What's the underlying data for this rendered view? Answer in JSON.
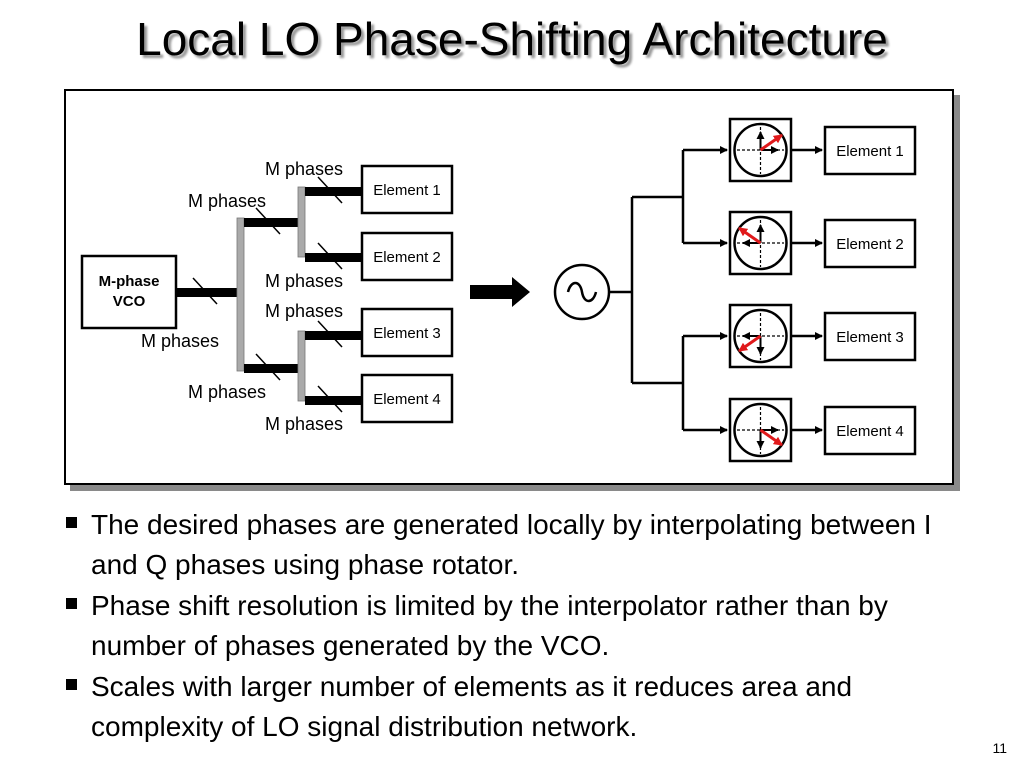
{
  "slide": {
    "title": "Local LO Phase-Shifting Architecture",
    "page_number": "11"
  },
  "left_diagram": {
    "vco_line1": "M-phase",
    "vco_line2": "VCO",
    "bus_label": "M phases",
    "elements": [
      "Element 1",
      "Element 2",
      "Element 3",
      "Element 4"
    ]
  },
  "right_diagram": {
    "oscillator_icon": "sine-wave-icon",
    "rotator_icon": "phase-rotator-icon",
    "elements": [
      "Element 1",
      "Element 2",
      "Element 3",
      "Element 4"
    ]
  },
  "colors": {
    "phasor_arrow": "#e0191b",
    "bus_bar": "#000000",
    "splitter_bar": "#aaaaaa"
  },
  "bullets": [
    "The desired phases are generated locally by interpolating between I and Q phases using phase rotator.",
    "Phase shift resolution is limited by the interpolator rather than by number of phases generated by the VCO.",
    "Scales with larger number of elements as it reduces area and complexity of LO signal distribution network."
  ]
}
